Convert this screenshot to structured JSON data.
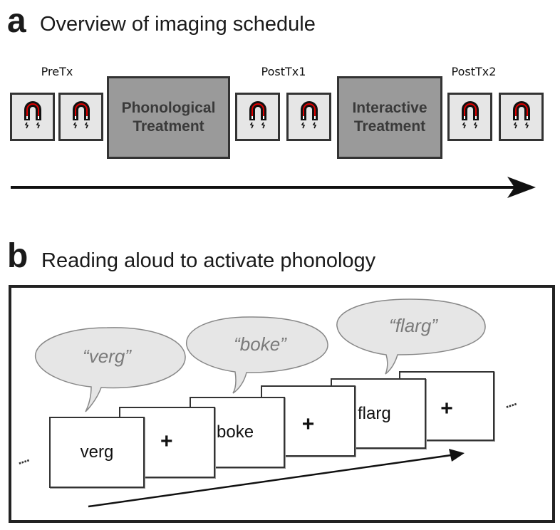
{
  "panel_a": {
    "letter": "a",
    "title": "Overview of imaging schedule",
    "sessions": [
      {
        "label": "PreTx",
        "scans": 2
      },
      {
        "label": "PostTx1",
        "scans": 2
      },
      {
        "label": "PostTx2",
        "scans": 2
      }
    ],
    "treatments": [
      {
        "line1": "Phonological",
        "line2": "Treatment"
      },
      {
        "line1": "Interactive",
        "line2": "Treatment"
      }
    ],
    "scan_icon": "magnet-icon",
    "timeline_icon": "arrow-right-icon"
  },
  "panel_b": {
    "letter": "b",
    "title": "Reading aloud to activate phonology",
    "cards": [
      {
        "type": "word",
        "text": "verg"
      },
      {
        "type": "fixation",
        "text": "+"
      },
      {
        "type": "word",
        "text": "boke"
      },
      {
        "type": "fixation",
        "text": "+"
      },
      {
        "type": "word",
        "text": "flarg"
      },
      {
        "type": "fixation",
        "text": "+"
      }
    ],
    "bubbles": [
      {
        "text": "“verg”"
      },
      {
        "text": "“boke”"
      },
      {
        "text": "“flarg”"
      }
    ],
    "continuation": "....",
    "colors": {
      "bubble_fill": "#e6e6e6",
      "bubble_stroke": "#888888",
      "bubble_text": "#7a7a7a"
    }
  }
}
